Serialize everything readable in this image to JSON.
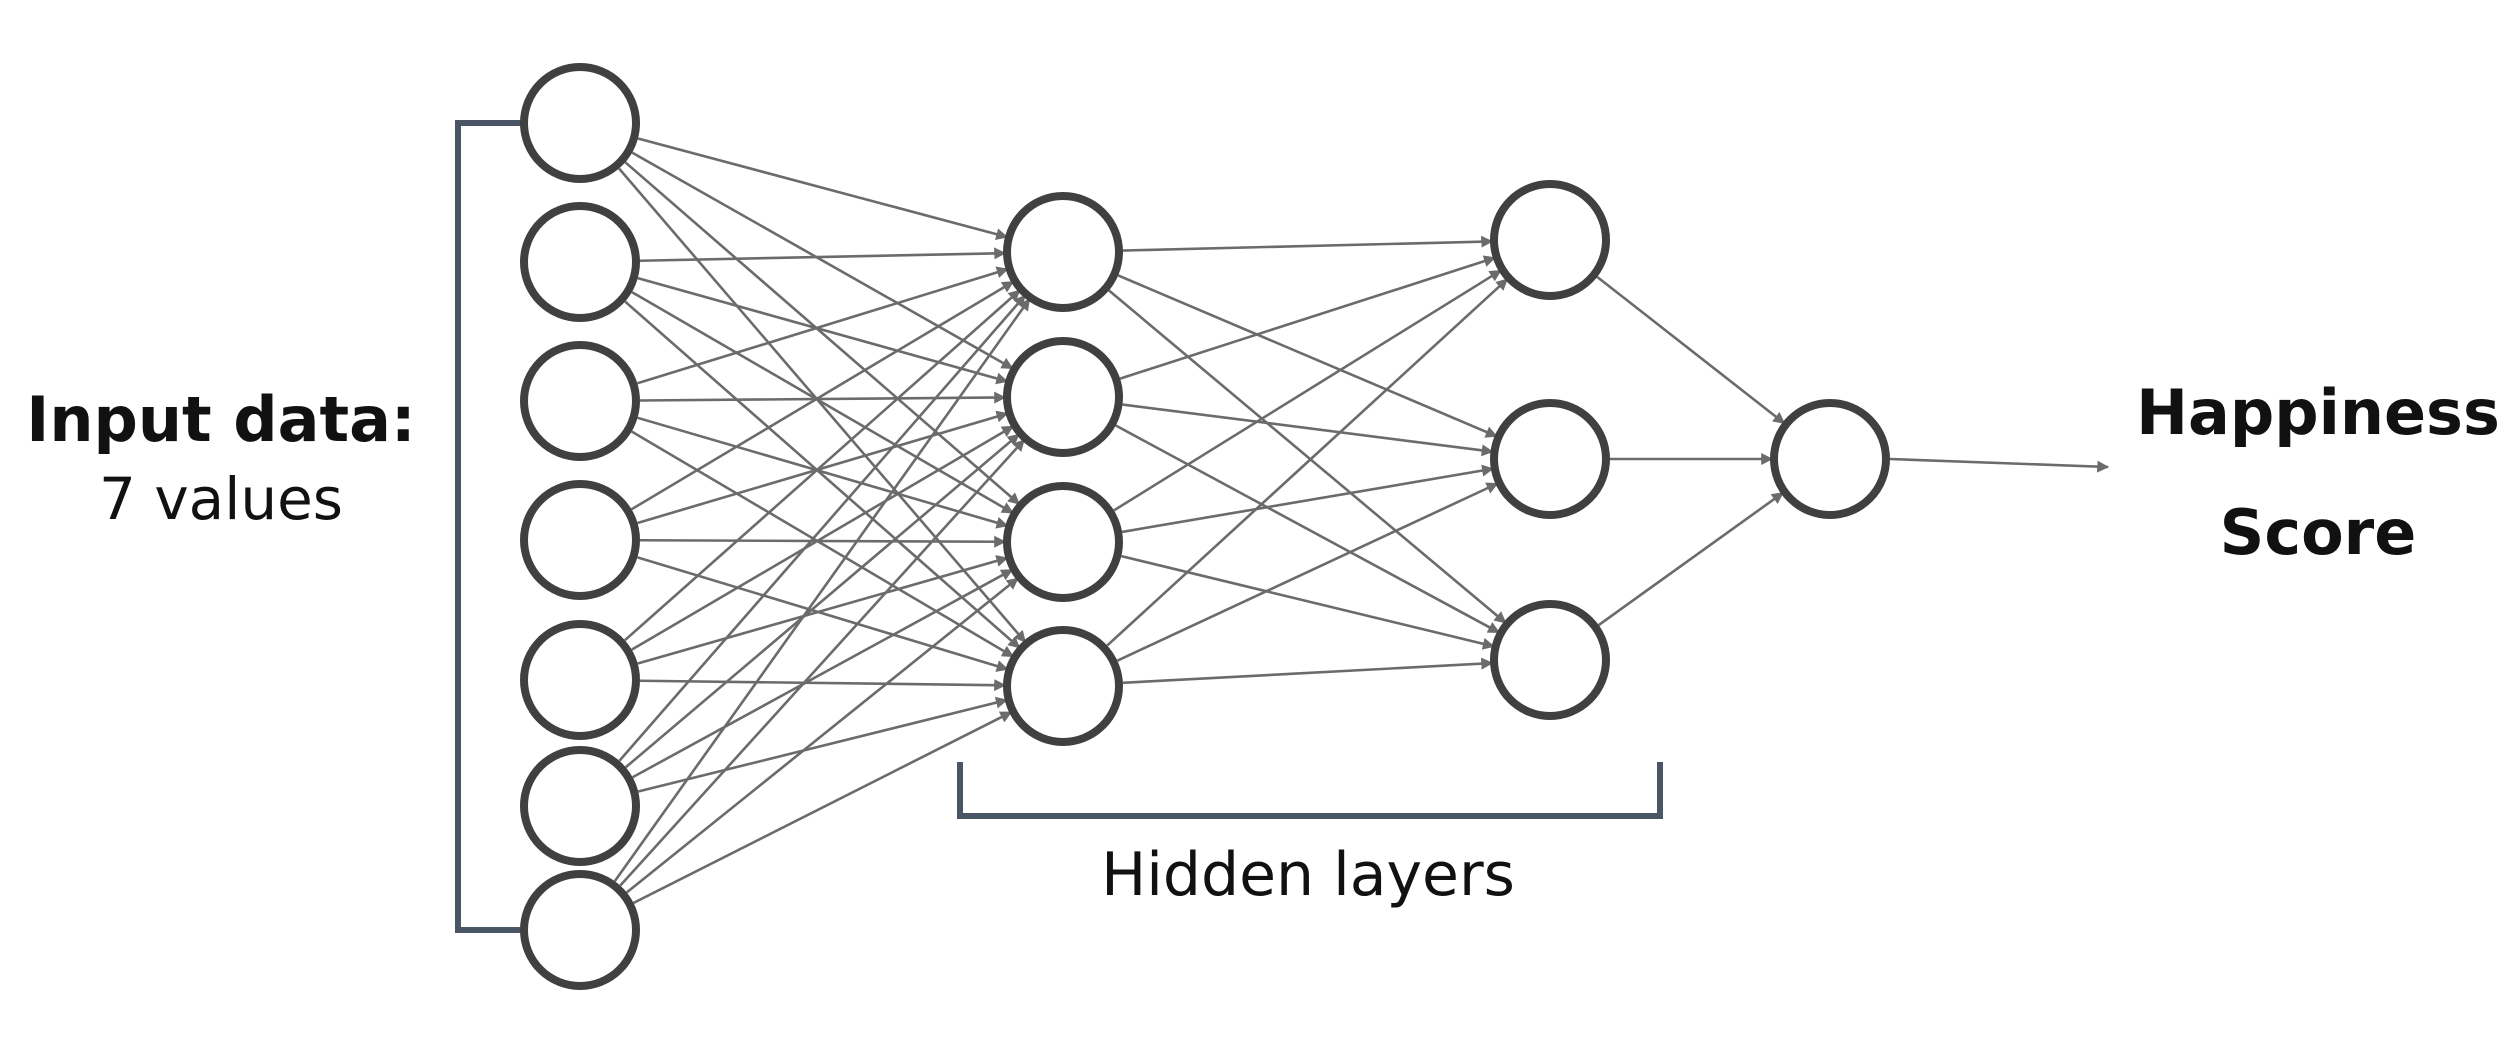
{
  "labels": {
    "input_title": "Input data:",
    "input_subtitle": "7 values",
    "output_line1": "Happiness",
    "output_line2": "Score",
    "hidden": "Hidden layers"
  },
  "network": {
    "layers": [
      {
        "role": "input",
        "count": 7
      },
      {
        "role": "hidden",
        "count": 4
      },
      {
        "role": "hidden",
        "count": 3
      },
      {
        "role": "output",
        "count": 1
      }
    ]
  },
  "colors": {
    "node_stroke": "#404040",
    "edge": "#6b6b6b",
    "bracket": "#4a5565",
    "text": "#111111"
  }
}
